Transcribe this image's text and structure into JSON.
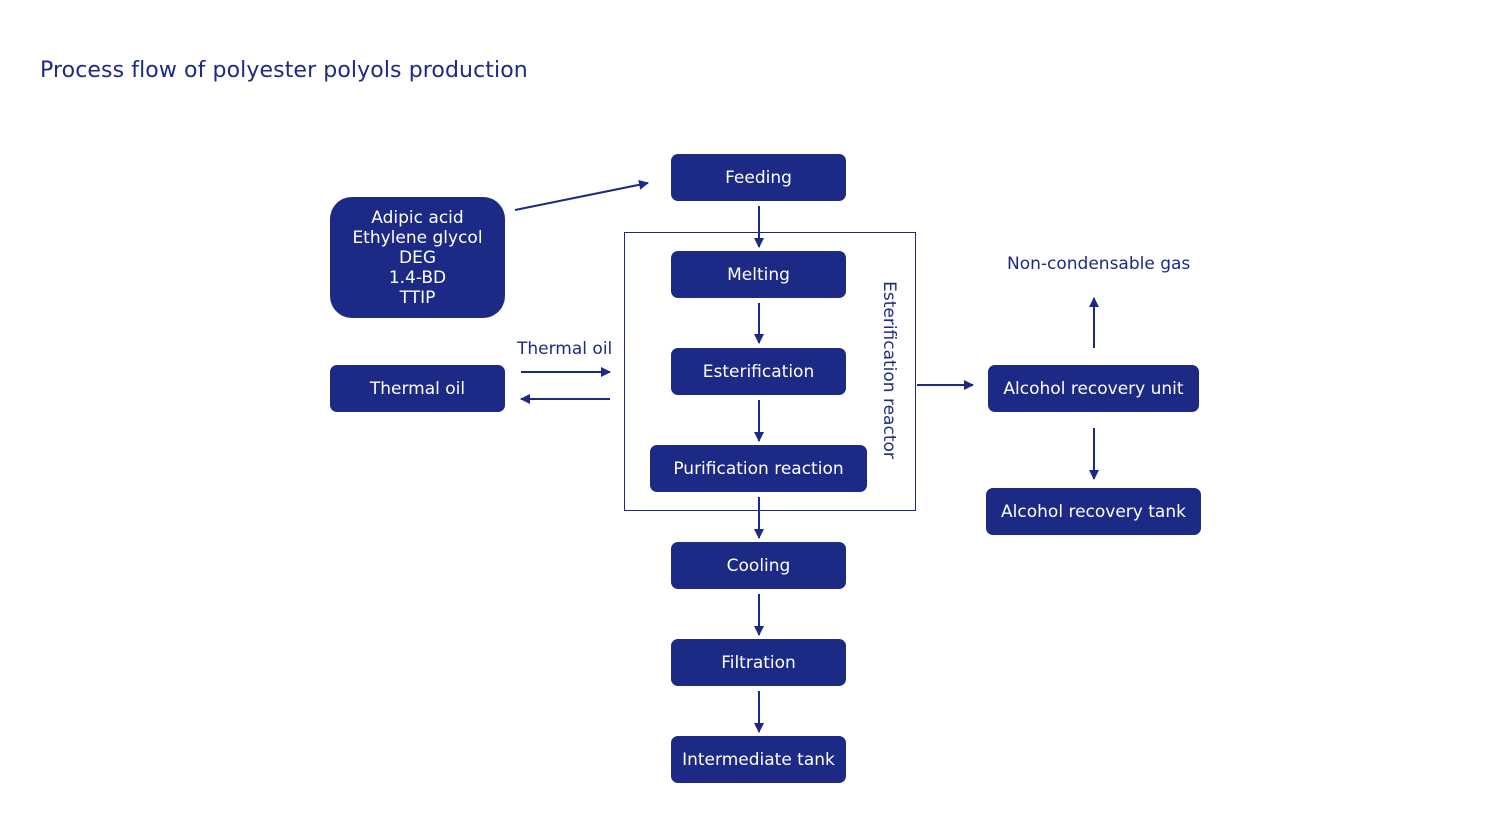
{
  "title": "Process flow of polyester polyols production",
  "colors": {
    "primary": "#1c2a86",
    "node_text": "#ffffff",
    "background": "#ffffff"
  },
  "nodes": {
    "feeding": "Feeding",
    "melting": "Melting",
    "esterification": "Esterification",
    "purification": "Purification reaction",
    "cooling": "Cooling",
    "filtration": "Filtration",
    "intermediate_tank": "Intermediate tank",
    "thermal_oil": "Thermal oil",
    "alcohol_recovery_unit": "Alcohol recovery unit",
    "alcohol_recovery_tank": "Alcohol recovery tank"
  },
  "raw_materials": [
    "Adipic acid",
    "Ethylene glycol",
    "DEG",
    "1.4-BD",
    "TTIP"
  ],
  "labels": {
    "reactor": "Esterification reactor",
    "thermal_oil_flow": "Thermal oil",
    "non_condensable_gas": "Non-condensable gas"
  },
  "flows": [
    {
      "from": "Raw materials",
      "to": "Feeding"
    },
    {
      "from": "Feeding",
      "to": "Melting"
    },
    {
      "from": "Melting",
      "to": "Esterification"
    },
    {
      "from": "Esterification",
      "to": "Purification reaction"
    },
    {
      "from": "Purification reaction",
      "to": "Cooling"
    },
    {
      "from": "Cooling",
      "to": "Filtration"
    },
    {
      "from": "Filtration",
      "to": "Intermediate tank"
    },
    {
      "from": "Thermal oil",
      "to": "Esterification reactor"
    },
    {
      "from": "Esterification reactor",
      "to": "Thermal oil"
    },
    {
      "from": "Esterification reactor",
      "to": "Alcohol recovery unit"
    },
    {
      "from": "Alcohol recovery unit",
      "to": "Non-condensable gas"
    },
    {
      "from": "Alcohol recovery unit",
      "to": "Alcohol recovery tank"
    }
  ]
}
